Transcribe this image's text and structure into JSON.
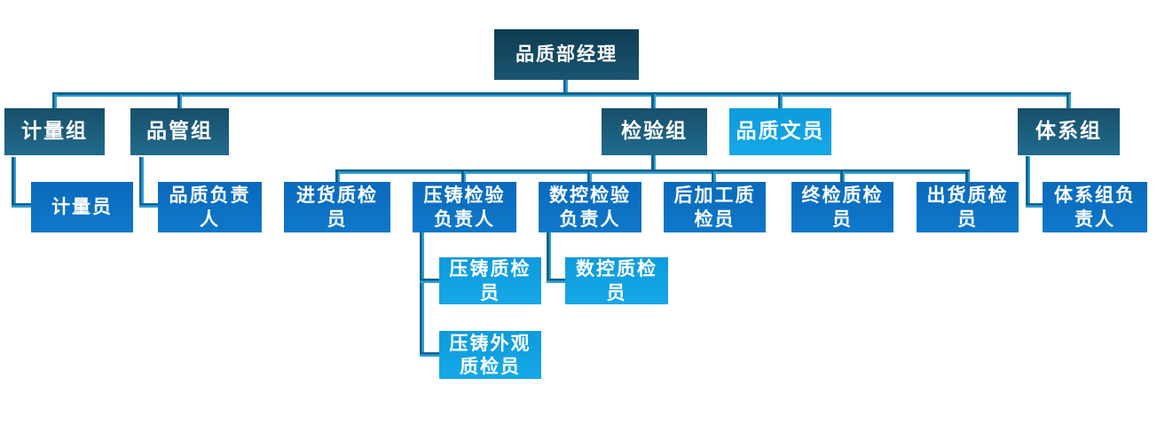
{
  "colors": {
    "background": "#ffffff",
    "level1_fill": "#15465e",
    "group_fill": "#1b5d7d",
    "member_fill": "#0d72c4",
    "light_fill": "#10a1e0",
    "connector_dark": "#10618c",
    "connector_light": "#2fa0d2",
    "text": "#ffffff"
  },
  "nodes": {
    "manager": {
      "label": "品质部经理"
    },
    "metrology_group": {
      "label": "计量组"
    },
    "quality_control_group": {
      "label": "品管组"
    },
    "inspection_group": {
      "label": "检验组"
    },
    "quality_clerk": {
      "label": "品质文员"
    },
    "system_group": {
      "label": "体系组"
    },
    "metrology_staff": {
      "label": "计量员"
    },
    "quality_leader": {
      "label": "品质负责\n人"
    },
    "incoming_inspector": {
      "label": "进货质检\n员"
    },
    "die_casting_inspection_leader": {
      "label": "压铸检验\n负责人"
    },
    "cnc_inspection_leader": {
      "label": "数控检验\n负责人"
    },
    "post_processing_inspector": {
      "label": "后加工质\n检员"
    },
    "final_inspector": {
      "label": "终检质检\n员"
    },
    "shipping_inspector": {
      "label": "出货质检\n员"
    },
    "system_group_leader": {
      "label": "体系组负\n责人"
    },
    "die_casting_inspector": {
      "label": "压铸质检\n员"
    },
    "die_casting_appearance_inspector": {
      "label": "压铸外观\n质检员"
    },
    "cnc_inspector": {
      "label": "数控质检\n员"
    }
  },
  "hierarchy": {
    "manager": [
      "metrology_group",
      "quality_control_group",
      "inspection_group",
      "quality_clerk",
      "system_group"
    ],
    "metrology_group": [
      "metrology_staff"
    ],
    "quality_control_group": [
      "quality_leader"
    ],
    "inspection_group": [
      "incoming_inspector",
      "die_casting_inspection_leader",
      "cnc_inspection_leader",
      "post_processing_inspector",
      "final_inspector",
      "shipping_inspector"
    ],
    "system_group": [
      "system_group_leader"
    ],
    "die_casting_inspection_leader": [
      "die_casting_inspector",
      "die_casting_appearance_inspector"
    ],
    "cnc_inspection_leader": [
      "cnc_inspector"
    ]
  }
}
